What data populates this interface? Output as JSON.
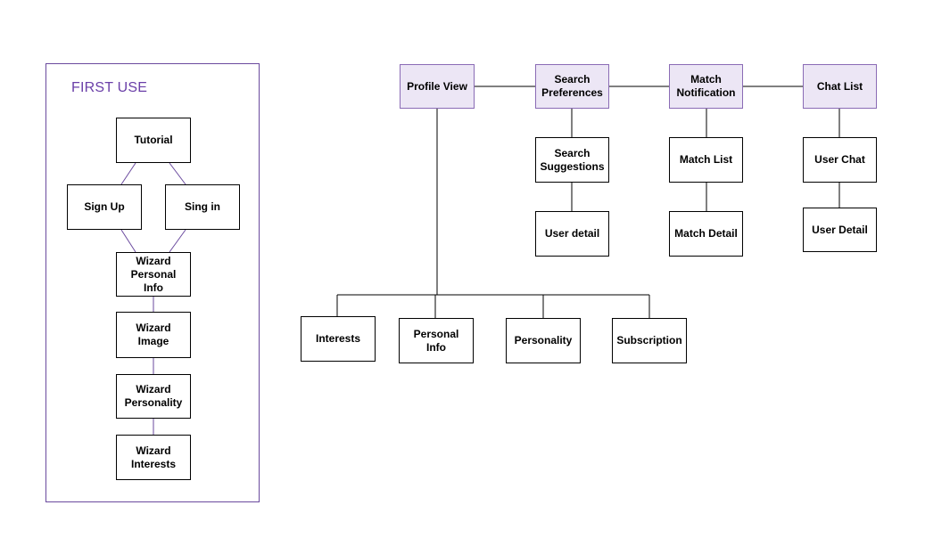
{
  "colors": {
    "group_border": "#6a4a9e",
    "group_title": "#6a3fa8",
    "top_node_fill": "#ece6f5",
    "top_node_border": "#8a6bb5",
    "connector_black": "#000000",
    "connector_purple": "#6a4a9e"
  },
  "first_use": {
    "title": "FIRST USE",
    "tutorial": "Tutorial",
    "sign_up": "Sign Up",
    "sign_in": "Sing in",
    "wizard_personal_info": "Wizard\nPersonal\nInfo",
    "wizard_image": "Wizard\nImage",
    "wizard_personality": "Wizard\nPersonality",
    "wizard_interests": "Wizard\nInterests"
  },
  "main": {
    "profile_view": "Profile View",
    "search_preferences": "Search\nPreferences",
    "match_notification": "Match\nNotification",
    "chat_list": "Chat List",
    "search_suggestions": "Search\nSuggestions",
    "user_detail_search": "User detail",
    "match_list": "Match List",
    "match_detail": "Match Detail",
    "user_chat": "User Chat",
    "user_detail_chat": "User Detail",
    "interests": "Interests",
    "personal_info": "Personal\nInfo",
    "personality": "Personality",
    "subscription": "Subscription"
  }
}
